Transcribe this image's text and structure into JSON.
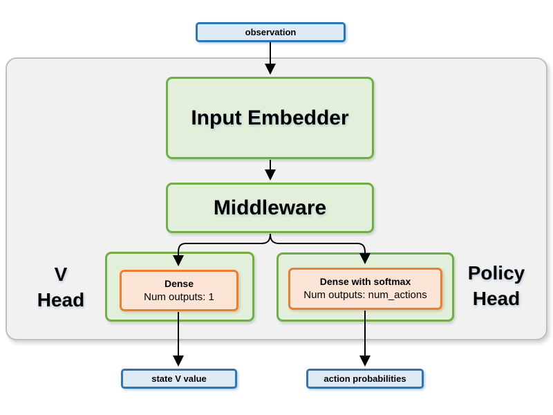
{
  "colors": {
    "blue_border": "#2E75B6",
    "blue_fill": "#DEEBF7",
    "green_border": "#70AD47",
    "green_fill": "#E2EFDA",
    "orange_border": "#ED7D31",
    "orange_fill": "#FCE4D6",
    "container_fill": "#F1F1F2",
    "container_border": "#BFBFBF",
    "arrow": "#000000",
    "text": "#000000"
  },
  "nodes": {
    "observation": "observation",
    "input_embedder": "Input Embedder",
    "middleware": "Middleware",
    "v_head": {
      "label_line1": "V",
      "label_line2": "Head",
      "dense_title": "Dense",
      "dense_outputs": "Num outputs: 1"
    },
    "policy_head": {
      "label_line1": "Policy",
      "label_line2": "Head",
      "dense_title": "Dense with softmax",
      "dense_outputs": "Num outputs: num_actions"
    },
    "state_v_value": "state V value",
    "action_probabilities": "action probabilities"
  }
}
